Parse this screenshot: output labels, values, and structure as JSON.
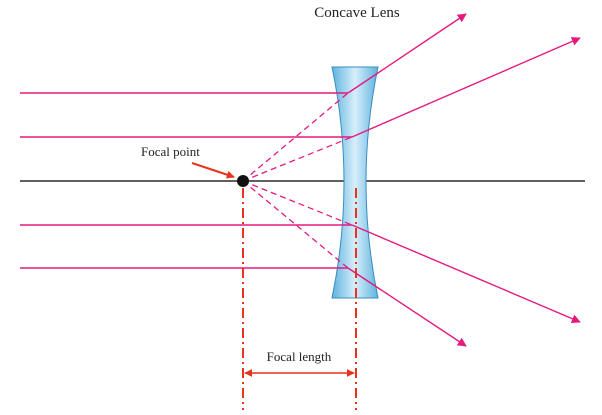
{
  "labels": {
    "lens": "Concave Lens",
    "focal_point": "Focal point",
    "focal_length": "Focal length"
  },
  "colors": {
    "ray": "#e5197e",
    "axis": "#2b2b2b",
    "focal_marker": "#e8321e",
    "lens_fill_edge": "#5fb3de",
    "lens_fill_center": "#d6eefb",
    "lens_outline": "#3a8cc2",
    "focal_point_dot": "#111111"
  }
}
